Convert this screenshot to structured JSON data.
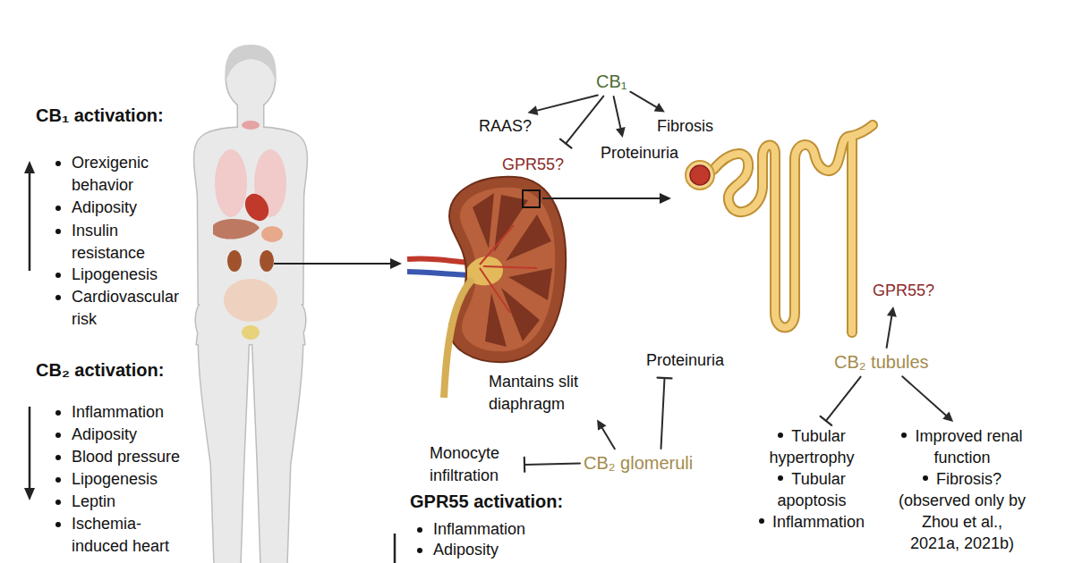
{
  "diagram": {
    "nodes": [
      {
        "text": [
          "CB₁"
        ]
      },
      {
        "text": [
          "RAAS?"
        ]
      },
      {
        "text": [
          "Proteinuria"
        ]
      },
      {
        "text": [
          "Fibrosis"
        ]
      },
      {
        "text": [
          "GPR55?"
        ]
      },
      {
        "text": [
          "GPR55?"
        ]
      },
      {
        "text": [
          "CB₂ tubules"
        ]
      },
      {
        "text": [
          "Proteinuria"
        ]
      },
      {
        "text": [
          "Mantains slit diaphragm"
        ]
      },
      {
        "text": [
          "CB₂ glomeruli"
        ]
      },
      {
        "text": [
          "Monocyte infiltration"
        ]
      },
      {
        "text": [
          "Tubular hypertrophy",
          "Tubular apoptosis",
          "Inflammation"
        ]
      },
      {
        "text": [
          "Improved renal function",
          "Fibrosis? (observed only by Zhou et al., 2021a, 2021b)"
        ]
      }
    ],
    "edges": [
      {
        "from": 0,
        "to": 1,
        "arrow": "to"
      },
      {
        "from": 0,
        "to": 2,
        "arrow": "to"
      },
      {
        "from": 0,
        "to": 3,
        "arrow": "to"
      },
      {
        "from": 0,
        "to": 4,
        "arrow": "to"
      },
      {
        "from": 6,
        "to": 5,
        "arrow": "to"
      },
      {
        "from": 6,
        "to": 11,
        "arrow": "to"
      },
      {
        "from": 6,
        "to": 12,
        "arrow": "to"
      },
      {
        "from": 9,
        "to": 7,
        "arrow": "to"
      },
      {
        "from": 9,
        "to": 8,
        "arrow": "to"
      },
      {
        "from": 9,
        "to": 10,
        "arrow": "to"
      }
    ],
    "labels": [
      "CB₁ activation:",
      "Orexigenic behavior",
      "Adiposity",
      "Insulin resistance",
      "Lipogenesis",
      "Cardiovascular risk",
      "CB₂ activation:",
      "Inflammation",
      "Adiposity",
      "Blood pressure",
      "Lipogenesis",
      "Leptin",
      "Ischemia- induced heart",
      "GPR55 activation:",
      "Inflammation",
      "Adiposity"
    ]
  }
}
